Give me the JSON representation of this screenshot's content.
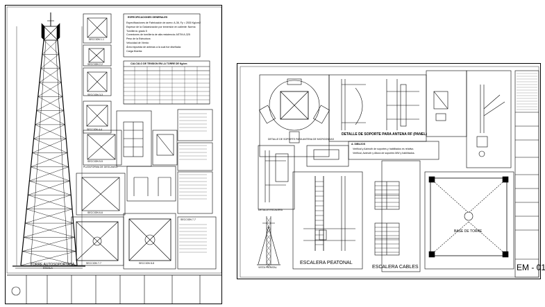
{
  "left_sheet": {
    "tower_title": "TORRE AUTOSOPORTADA",
    "tower_scale": "ESCALA",
    "section_labels": [
      "SECCION 1-1",
      "SECCION 2-2",
      "SECCION 3-3",
      "SECCION 4-4",
      "SECCION 5-5",
      "SECCION 6-6",
      "SECCION 7-7",
      "SECCION 8-8"
    ],
    "plant_label": "PLATAFORMA DE DESCANSO",
    "specs_title": "ESPECIFICACIONES GENERALES",
    "specs_lines": [
      "Especificaciones de Fabricación de acero: A-36, Fy = 2530 Kg/cm2",
      "Espesor de la Galvanización por inmersión en caliente: Norma",
      "Tornillería: grado 5",
      "Conexiones de tornillería de alta resistencia: ASTM A-325",
      "Peso de la Estructura:",
      "Velocidad de Viento:",
      "Área expuesta de antenas a la cual fue diseñada:",
      "Carga Muerta:"
    ],
    "table_title": "CALCULO DE TENSION EN LA TORRE DE Kg/cm",
    "legend_title": "SECCION 7-7"
  },
  "right_sheet": {
    "detail_antenna_title": "DETALLE DE SOPORTE PARA ANTENA DE MICROONDAS",
    "detail_rf_title": "DETALLE DE SOPORTE PARA ANTENA RF (PANEL)",
    "notes_title": "A. DIBUJOS",
    "notes_lines": [
      "Verifical y Azimuth de soportes y habilitados es relativo.",
      "Verifical, Azimuth y Altura de soportes MW y habilitados."
    ],
    "ladder_title": "ESCALERA PEATONAL",
    "cables_title": "ESCALERA CABLES",
    "base_title": "BASE DE TORRE",
    "sheet_number": "EM - 01",
    "side_label": "DETALLE ESCALERA",
    "front_label": "VISTA FRONTAL"
  }
}
